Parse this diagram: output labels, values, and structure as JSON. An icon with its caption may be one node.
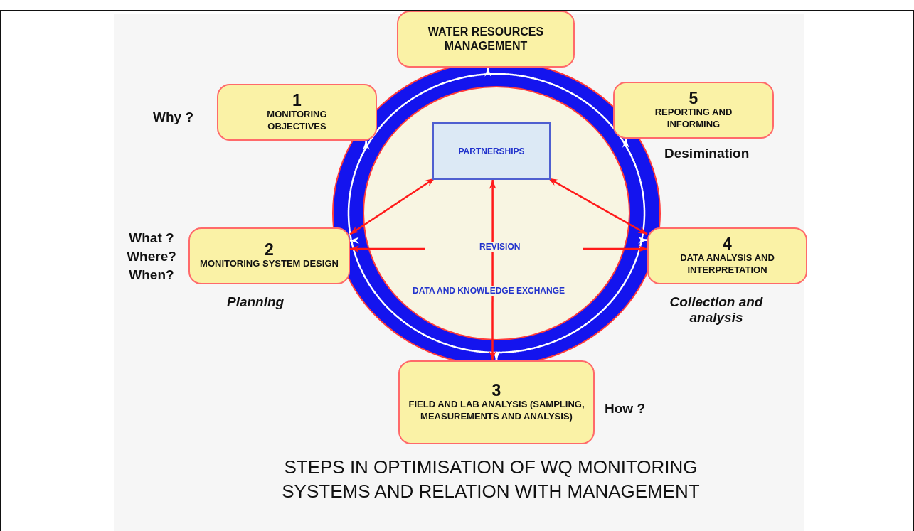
{
  "diagram": {
    "title": "STEPS IN OPTIMISATION OF WQ MONITORING SYSTEMS AND RELATION WITH MANAGEMENT",
    "nodes": [
      {
        "text": [
          "WATER RESOURCES MANAGEMENT"
        ]
      },
      {
        "text": [
          "1",
          "MONITORING OBJECTIVES"
        ],
        "beside": [
          "Why ?"
        ]
      },
      {
        "text": [
          "5",
          "REPORTING AND INFORMING"
        ],
        "beside": [
          "Desimination"
        ]
      },
      {
        "text": [
          "PARTNERSHIPS"
        ]
      },
      {
        "text": [
          "2",
          "MONITORING SYSTEM DESIGN"
        ],
        "beside": [
          "What ?",
          "Where?",
          "When?",
          "Planning"
        ]
      },
      {
        "text": [
          "4",
          "DATA ANALYSIS AND INTERPRETATION"
        ],
        "beside": [
          "Collection and analysis"
        ]
      },
      {
        "text": [
          "3",
          "FIELD AND LAB ANALYSIS (SAMPLING, MEASUREMENTS AND ANALYSIS)"
        ],
        "beside": [
          "How ?"
        ]
      }
    ],
    "edges": [
      {
        "from": 0,
        "to": 1,
        "arrow": "to",
        "color": "#ffffff"
      },
      {
        "from": 1,
        "to": 4,
        "arrow": "to",
        "color": "#ffffff"
      },
      {
        "from": 4,
        "to": 6,
        "arrow": "to",
        "color": "#ffffff"
      },
      {
        "from": 6,
        "to": 5,
        "arrow": "to",
        "color": "#ffffff"
      },
      {
        "from": 5,
        "to": 2,
        "arrow": "to",
        "color": "#ffffff"
      },
      {
        "from": 2,
        "to": 0,
        "arrow": "to",
        "color": "#ffffff"
      },
      {
        "from": 3,
        "to": 4,
        "arrow": "both",
        "color": "#ff1a1a"
      },
      {
        "from": 3,
        "to": 5,
        "arrow": "both",
        "color": "#ff1a1a"
      },
      {
        "from": 6,
        "to": 3,
        "arrow": "both",
        "label": "REVISION",
        "color": "#ff1a1a"
      },
      {
        "from": null,
        "to": 4,
        "arrow": "to",
        "color": "#ff1a1a"
      },
      {
        "from": null,
        "to": 5,
        "arrow": "to",
        "color": "#ff1a1a"
      }
    ],
    "labels": [
      "DATA AND KNOWLEDGE EXCHANGE"
    ]
  }
}
